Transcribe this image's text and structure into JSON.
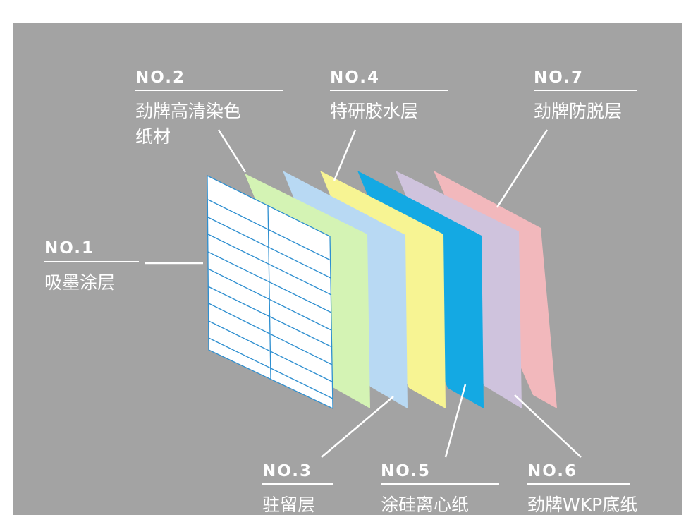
{
  "layers": [
    {
      "id": "1",
      "number": "NO.1",
      "label_lines": [
        "吸墨涂层"
      ],
      "color": "#ffffff"
    },
    {
      "id": "2",
      "number": "NO.2",
      "label_lines": [
        "劲牌高清染色",
        "纸材"
      ],
      "color": "#d4f3b4"
    },
    {
      "id": "3",
      "number": "NO.3",
      "label_lines": [
        "驻留层"
      ],
      "color": "#b8d9f3"
    },
    {
      "id": "4",
      "number": "NO.4",
      "label_lines": [
        "特研胶水层"
      ],
      "color": "#f7f493"
    },
    {
      "id": "5",
      "number": "NO.5",
      "label_lines": [
        "涂硅离心纸"
      ],
      "color": "#14a9e3"
    },
    {
      "id": "6",
      "number": "NO.6",
      "label_lines": [
        "劲牌WKP底纸"
      ],
      "color": "#cfc3dd"
    },
    {
      "id": "7",
      "number": "NO.7",
      "label_lines": [
        "劲牌防脱层"
      ],
      "color": "#f2b8bc"
    }
  ],
  "colors": {
    "background": "#a3a3a3",
    "grid_line": "#2e8fd0",
    "text": "#ffffff"
  }
}
